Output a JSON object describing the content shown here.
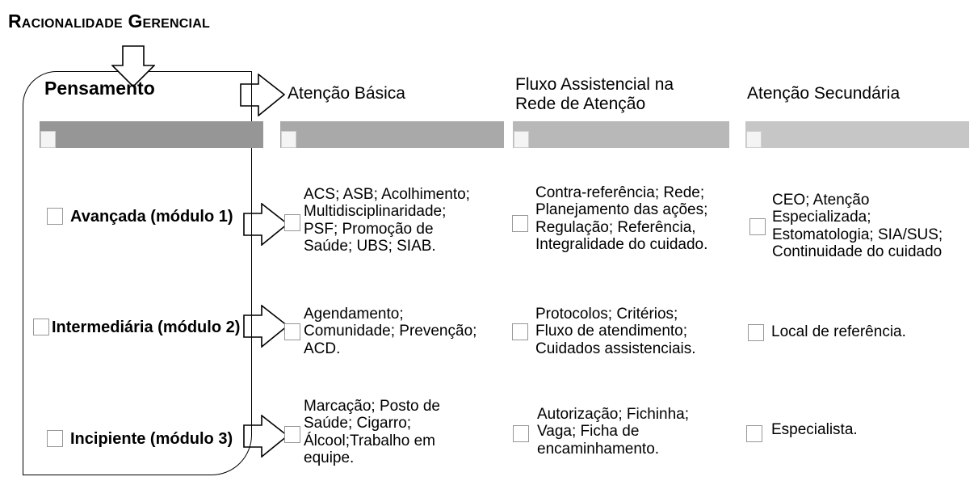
{
  "title": "Racionalidade Gerencial",
  "pensamento": {
    "label": "Pensamento"
  },
  "columns": [
    {
      "label": "Atenção Básica"
    },
    {
      "label": "Fluxo Assistencial na Rede de Atenção"
    },
    {
      "label": "Atenção Secundária"
    }
  ],
  "colors": {
    "bar_pensamento": "#969696",
    "bar_atencao_basica": "#a9a9a9",
    "bar_fluxo": "#b8b8b8",
    "bar_atencao_secundaria": "#c6c6c6"
  },
  "rows": [
    {
      "label": "Avançada (módulo 1)",
      "cells": [
        "ACS; ASB; Acolhimento; Multidisciplinaridade; PSF; Promoção de Saúde; UBS; SIAB.",
        "Contra-referência; Rede; Planejamento das ações; Regulação; Referência, Integralidade do cuidado.",
        "CEO; Atenção Especializada; Estomatologia; SIA/SUS; Continuidade do cuidado"
      ]
    },
    {
      "label": "Intermediária (módulo 2)",
      "cells": [
        "Agendamento; Comunidade; Prevenção; ACD.",
        "Protocolos; Critérios; Fluxo de atendimento; Cuidados assistenciais.",
        "Local de referência."
      ]
    },
    {
      "label": "Incipiente (módulo 3)",
      "cells": [
        "Marcação; Posto de Saúde; Cigarro; Álcool;Trabalho em equipe.",
        "Autorização; Fichinha; Vaga; Ficha de encaminhamento.",
        "Especialista."
      ]
    }
  ]
}
